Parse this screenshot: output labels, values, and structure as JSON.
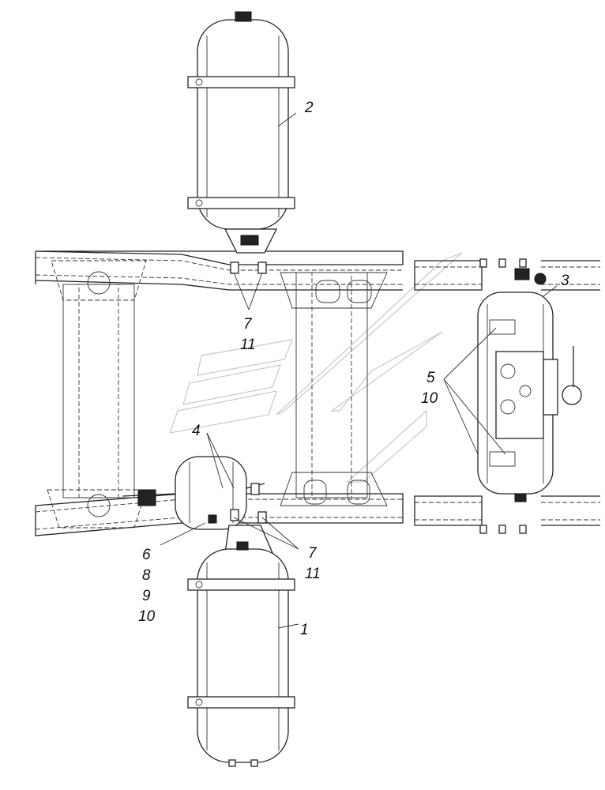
{
  "labels": {
    "tank_top": "2",
    "tank_right": "3",
    "tank_middle": "4",
    "tank_bottom": "1",
    "top_fittings_a": "7",
    "top_fittings_b": "11",
    "right_fittings_a": "5",
    "right_fittings_b": "10",
    "left_group_a": "6",
    "left_group_b": "8",
    "left_group_c": "9",
    "left_group_d": "10",
    "bottom_fittings_a": "7",
    "bottom_fittings_b": "11"
  }
}
